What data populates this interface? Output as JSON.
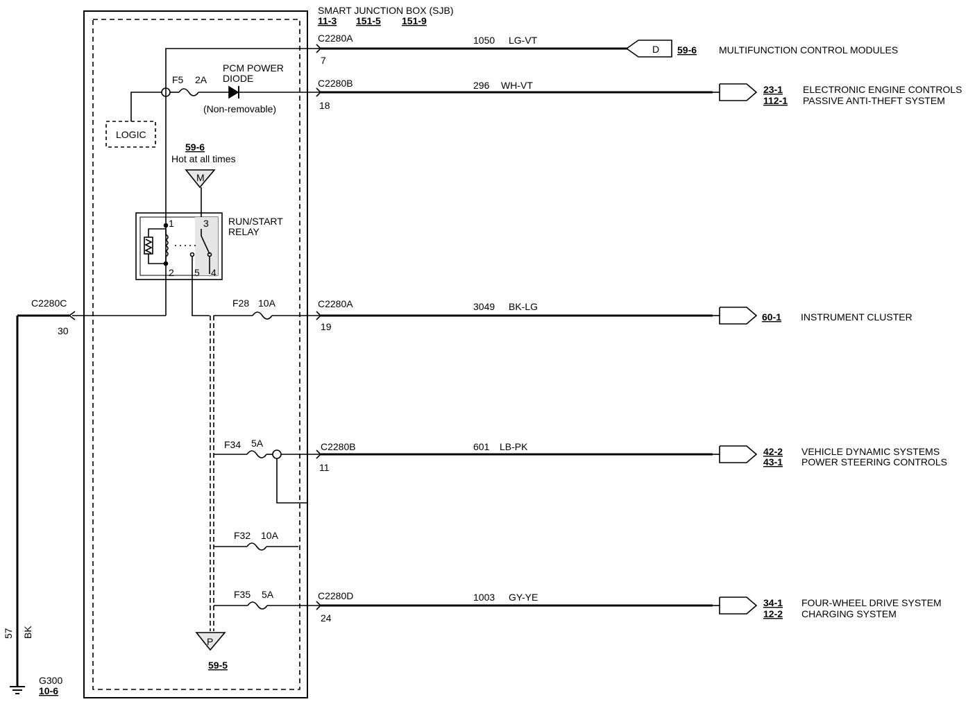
{
  "sjb": {
    "title": "SMART  JUNCTION  BOX (SJB)",
    "ref1": "11-3",
    "ref2": "151-5",
    "ref3": "151-9"
  },
  "logic": {
    "label": "LOGIC"
  },
  "f5": {
    "name": "F5",
    "rating": "2A"
  },
  "diode": {
    "line1": "PCM POWER",
    "line2": "DIODE",
    "note": "(Non-removable)"
  },
  "hot": {
    "ref": "59-6",
    "label": "Hot at all times",
    "pin": "M"
  },
  "relay": {
    "line1": "RUN/START",
    "line2": "RELAY",
    "pin1": "1",
    "pin2": "2",
    "pin3": "3",
    "pin4": "4",
    "pin5": "5"
  },
  "ground_conn": {
    "connector": "C2280C",
    "pin": "30",
    "circuit": "57",
    "color": "BK",
    "ground": "G300",
    "ground_ref": "10-6"
  },
  "circuits": [
    {
      "connector": "C2280A",
      "pin": "7",
      "circuit": "1050",
      "color": "LG-VT",
      "dest_ref": "59-6",
      "dest_ref2": "",
      "dest": "MULTIFUNCTION CONTROL MODULES",
      "dest2": "",
      "tag": "D"
    },
    {
      "connector": "C2280B",
      "pin": "18",
      "circuit": "296",
      "color": "WH-VT",
      "dest_ref": "23-1",
      "dest_ref2": "112-1",
      "dest": "ELECTRONIC ENGINE CONTROLS",
      "dest2": "PASSIVE ANTI-THEFT SYSTEM"
    },
    {
      "connector": "C2280A",
      "pin": "19",
      "circuit": "3049",
      "color": "BK-LG",
      "dest_ref": "60-1",
      "dest_ref2": "",
      "dest": "INSTRUMENT CLUSTER",
      "dest2": "",
      "fuse": "F28",
      "rating": "10A"
    },
    {
      "connector": "C2280B",
      "pin": "11",
      "circuit": "601",
      "color": "LB-PK",
      "dest_ref": "42-2",
      "dest_ref2": "43-1",
      "dest": "VEHICLE DYNAMIC SYSTEMS",
      "dest2": "POWER STEERING CONTROLS",
      "fuse": "F34",
      "rating": "5A"
    },
    {
      "connector": "C2280D",
      "pin": "24",
      "circuit": "1003",
      "color": "GY-YE",
      "dest_ref": "34-1",
      "dest_ref2": "12-2",
      "dest": "FOUR-WHEEL DRIVE SYSTEM",
      "dest2": "CHARGING SYSTEM",
      "fuse": "F35",
      "rating": "5A"
    }
  ],
  "f32": {
    "name": "F32",
    "rating": "10A"
  },
  "pbus": {
    "pin": "P",
    "ref": "59-5"
  }
}
